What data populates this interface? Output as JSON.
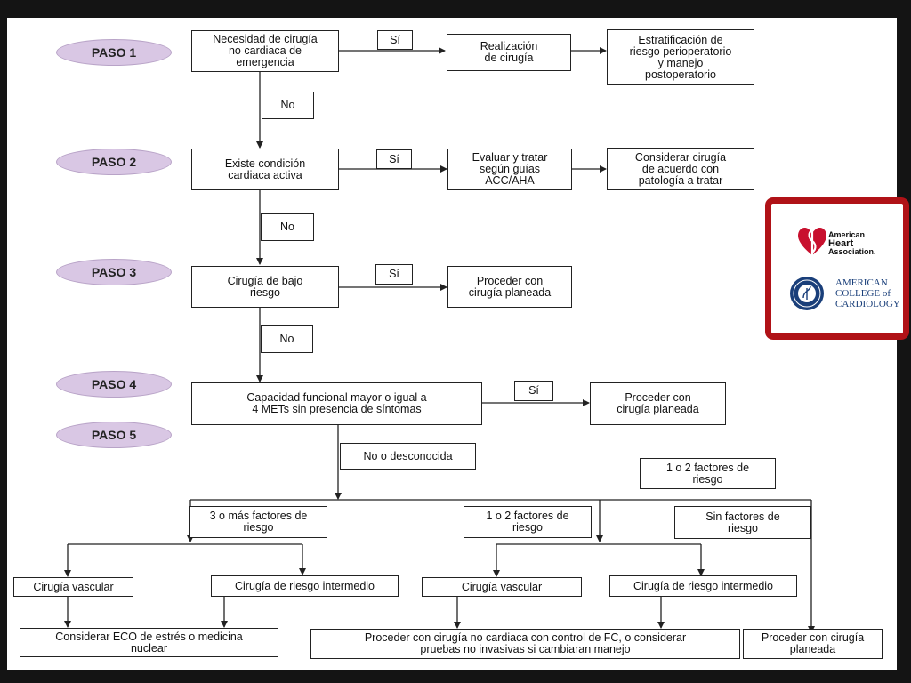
{
  "steps": [
    "PASO 1",
    "PASO 2",
    "PASO 3",
    "PASO 4",
    "PASO 5"
  ],
  "boxes": {
    "b1": "Necesidad de cirugía\nno cardiaca de\nemergencia",
    "b1a": "Realización\nde cirugía",
    "b1b": "Estratificación de\nriesgo perioperatorio\ny manejo\npostoperatorio",
    "b2": "Existe condición\ncardiaca activa",
    "b2a": "Evaluar y tratar\nsegún guías\nACC/AHA",
    "b2b": "Considerar cirugía\nde acuerdo con\npatología a tratar",
    "b3": "Cirugía de bajo\nriesgo",
    "b3a": "Proceder con\ncirugía planeada",
    "b4": "Capacidad funcional mayor o igual a\n4 METs sin presencia de síntomas",
    "b4a": "Proceder con\ncirugía planeada",
    "rf_top": "1 o 2 factores de\nriesgo",
    "rf3": "3 o más factores de\nriesgo",
    "rf12": "1 o 2 factores de\nriesgo",
    "rf0": "Sin factores de\nriesgo",
    "vasc1": "Cirugía vascular",
    "inter1": "Cirugía de riesgo intermedio",
    "vasc2": "Cirugía vascular",
    "inter2": "Cirugía de riesgo intermedio",
    "eco": "Considerar ECO de estrés o medicina\nnuclear",
    "fc": "Proceder con cirugía no cardiaca con control de FC, o considerar\npruebas no invasivas si cambiaran manejo",
    "final": "Proceder con cirugía\nplaneada"
  },
  "labels": {
    "si": "Sí",
    "no": "No",
    "no_desc": "No o desconocida"
  },
  "logos": {
    "aha": [
      "American",
      "Heart",
      "Association."
    ],
    "acc": [
      "AMERICAN",
      "COLLEGE of",
      "CARDIOLOGY"
    ]
  },
  "colors": {
    "paso_fill": "#d9c7e4",
    "logo_border": "#b01217",
    "acc_blue": "#1a3f7a"
  }
}
